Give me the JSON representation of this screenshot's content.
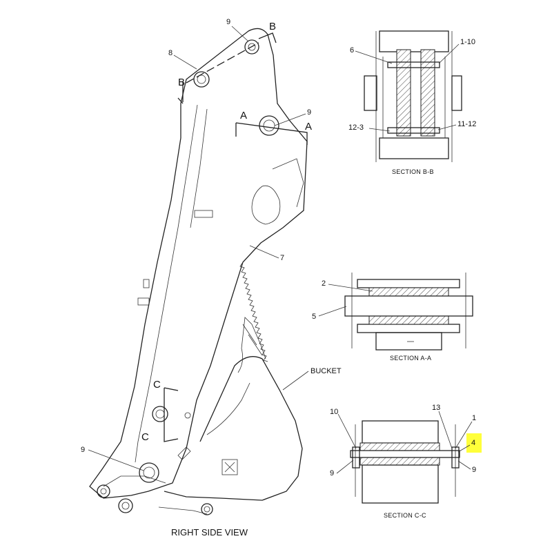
{
  "labels": {
    "main_view": "RIGHT SIDE VIEW",
    "bucket": "BUCKET",
    "section_bb": "SECTION B-B",
    "section_aa": "SECTION A-A",
    "section_cc": "SECTION C-C",
    "cut_a": "A",
    "cut_b": "B",
    "cut_c": "C"
  },
  "callouts": {
    "main_9_top": "9",
    "main_8": "8",
    "main_9_mid": "9",
    "main_7": "7",
    "main_9_bottom": "9",
    "bb_6": "6",
    "bb_1_10": "1-10",
    "bb_12_3": "12-3",
    "bb_11_12": "11-12",
    "aa_2": "2",
    "aa_5": "5",
    "cc_10": "10",
    "cc_13": "13",
    "cc_1": "1",
    "cc_4": "4",
    "cc_9_left": "9",
    "cc_9_right": "9"
  },
  "colors": {
    "highlight": "#ffff3a",
    "line": "#222222"
  }
}
